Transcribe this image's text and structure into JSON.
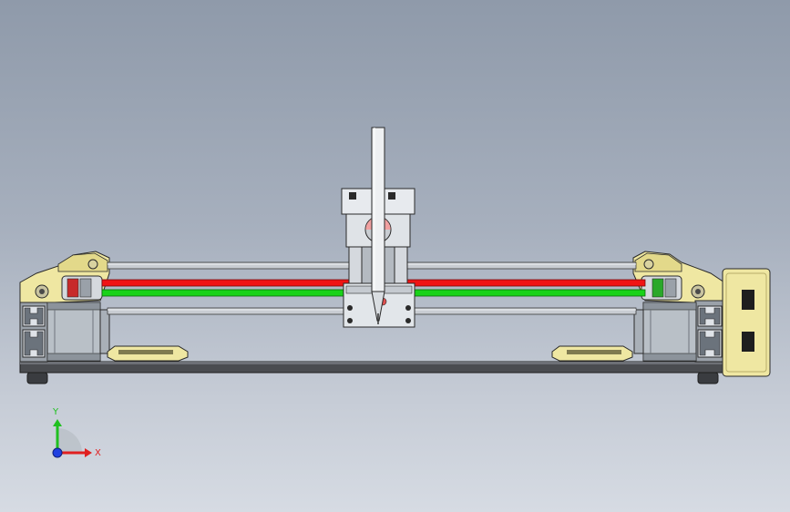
{
  "viewport": {
    "view_name": "Front",
    "background_top": "#8f9aaa",
    "background_bottom": "#d6dbe3"
  },
  "triad": {
    "x_label": "X",
    "y_label": "Y",
    "x_color": "#e02020",
    "y_color": "#20c020",
    "z_color": "#2040e0"
  },
  "model": {
    "name": "pen-plotter-x-axis-assembly",
    "components": [
      "aluminum-extrusion-frame",
      "linear-guide-rod-upper",
      "linear-guide-rod-lower",
      "timing-belt-red",
      "timing-belt-green",
      "stepper-motor-left",
      "stepper-motor-right",
      "pen-carriage",
      "pen-holder",
      "electronics-enclosure"
    ],
    "colors": {
      "belt_red": "#f01414",
      "belt_green": "#19d219",
      "printed_parts": "#efe7a2",
      "motor_body": "#b9c0c7",
      "rod": "#c8ccd2",
      "outline": "#2a2a2a"
    }
  }
}
